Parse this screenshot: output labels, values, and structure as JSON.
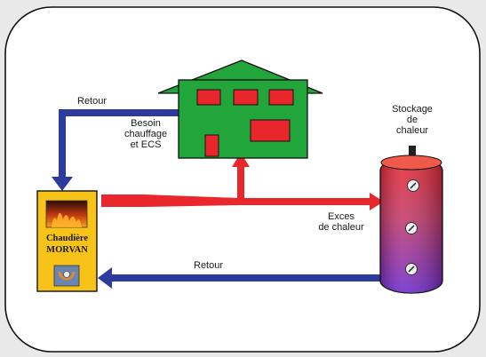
{
  "labels": {
    "retour_top": "Retour",
    "retour_bottom": "Retour",
    "besoin": "Besoin\nchauffage\net ECS",
    "stockage": "Stockage\nde\nchaleur",
    "exces": "Exces\nde chaleur"
  },
  "boiler": {
    "line1": "Chaudière",
    "line2": "MORVAN"
  },
  "colors": {
    "hot_pipe": "#e8262c",
    "return_pipe": "#2d3a9e",
    "house": "#22a53a",
    "house_windows": "#e8262c",
    "boiler": "#f7c318",
    "tank_top": "#e8262c",
    "tank_bottom": "#6f2ad0",
    "frame_bg": "#ffffff"
  },
  "icons": {
    "boiler_flame": "flame-icon",
    "boiler_valve": "valve-icon",
    "tank_gauges": "gauge-icon"
  }
}
